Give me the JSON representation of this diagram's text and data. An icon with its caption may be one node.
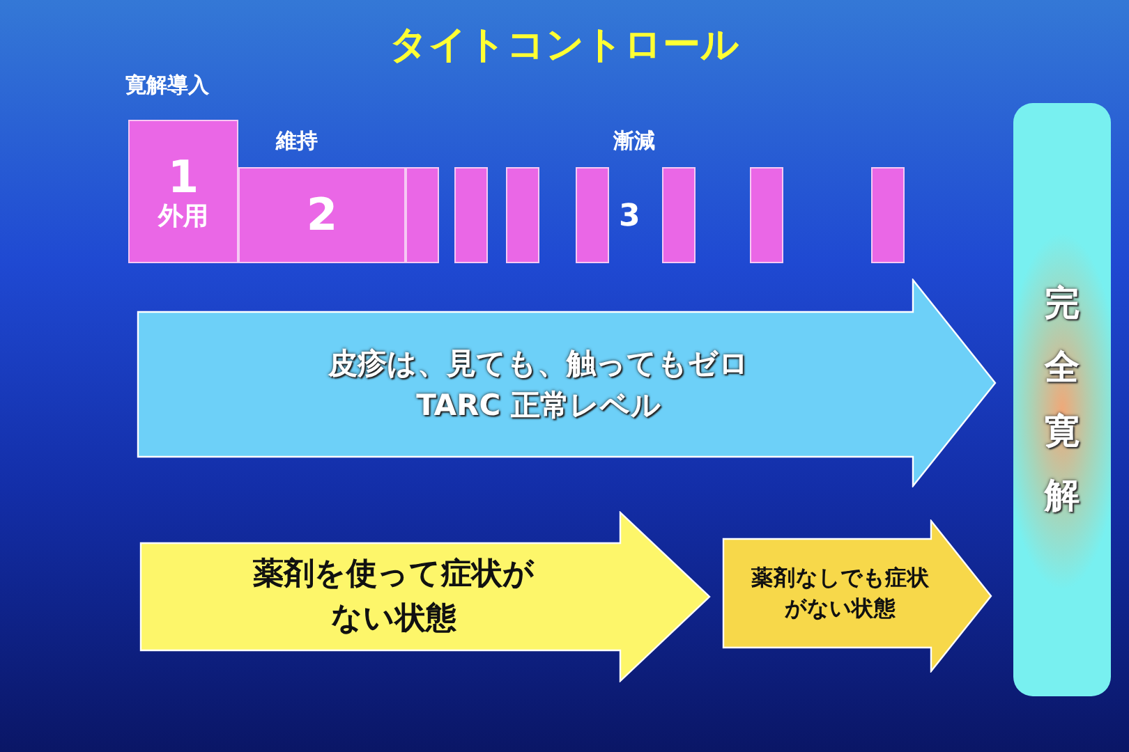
{
  "diagram": {
    "title": "タイトコントロール",
    "nodes": [
      {
        "text": [
          "1",
          "外用"
        ]
      },
      {
        "text": [
          "2"
        ]
      },
      {
        "text": [],
        "shape": "bar"
      },
      {
        "text": [],
        "shape": "bar"
      },
      {
        "text": [],
        "shape": "bar"
      },
      {
        "text": [],
        "shape": "bar"
      },
      {
        "text": [],
        "shape": "bar"
      },
      {
        "text": [],
        "shape": "bar"
      },
      {
        "text": [],
        "shape": "bar"
      },
      {
        "text": [
          "完全寛解"
        ]
      },
      {
        "text": [
          "皮疹は、見ても、触ってもゼロ TARC 正常レベル"
        ]
      },
      {
        "text": [
          "薬剤を使って症状がない状態"
        ]
      },
      {
        "text": [
          "薬剤なしでも症状がない状態"
        ]
      }
    ],
    "labels": [
      "寛解導入",
      "維持",
      "漸減",
      "3"
    ]
  }
}
